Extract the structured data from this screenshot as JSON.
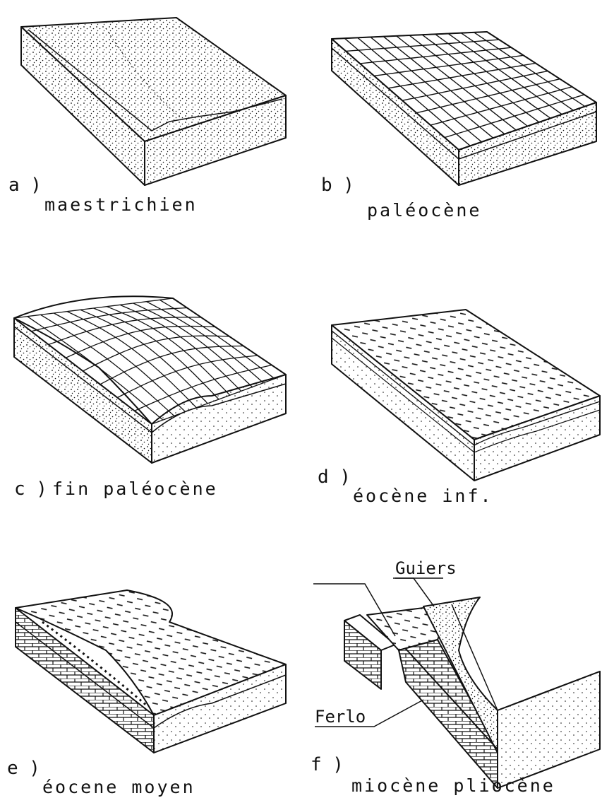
{
  "panels": [
    {
      "letter": "a )",
      "period": "maestrichien",
      "texture": "sand"
    },
    {
      "letter": "b )",
      "period": "paléocène",
      "texture": "blocks"
    },
    {
      "letter": "c )",
      "period": "fin paléocène",
      "texture": "warped-blocks"
    },
    {
      "letter": "d )",
      "period": "éocène inf.",
      "texture": "dashes"
    },
    {
      "letter": "e )",
      "period": "éocene moyen",
      "texture": "warped-dashes"
    },
    {
      "letter": "f )",
      "period": "miocène pliocène",
      "texture": "faulted-sand"
    }
  ],
  "callouts": {
    "top": "Guiers",
    "bottom": "Ferlo"
  },
  "colors": {
    "ink": "#111111",
    "paper": "#ffffff"
  }
}
